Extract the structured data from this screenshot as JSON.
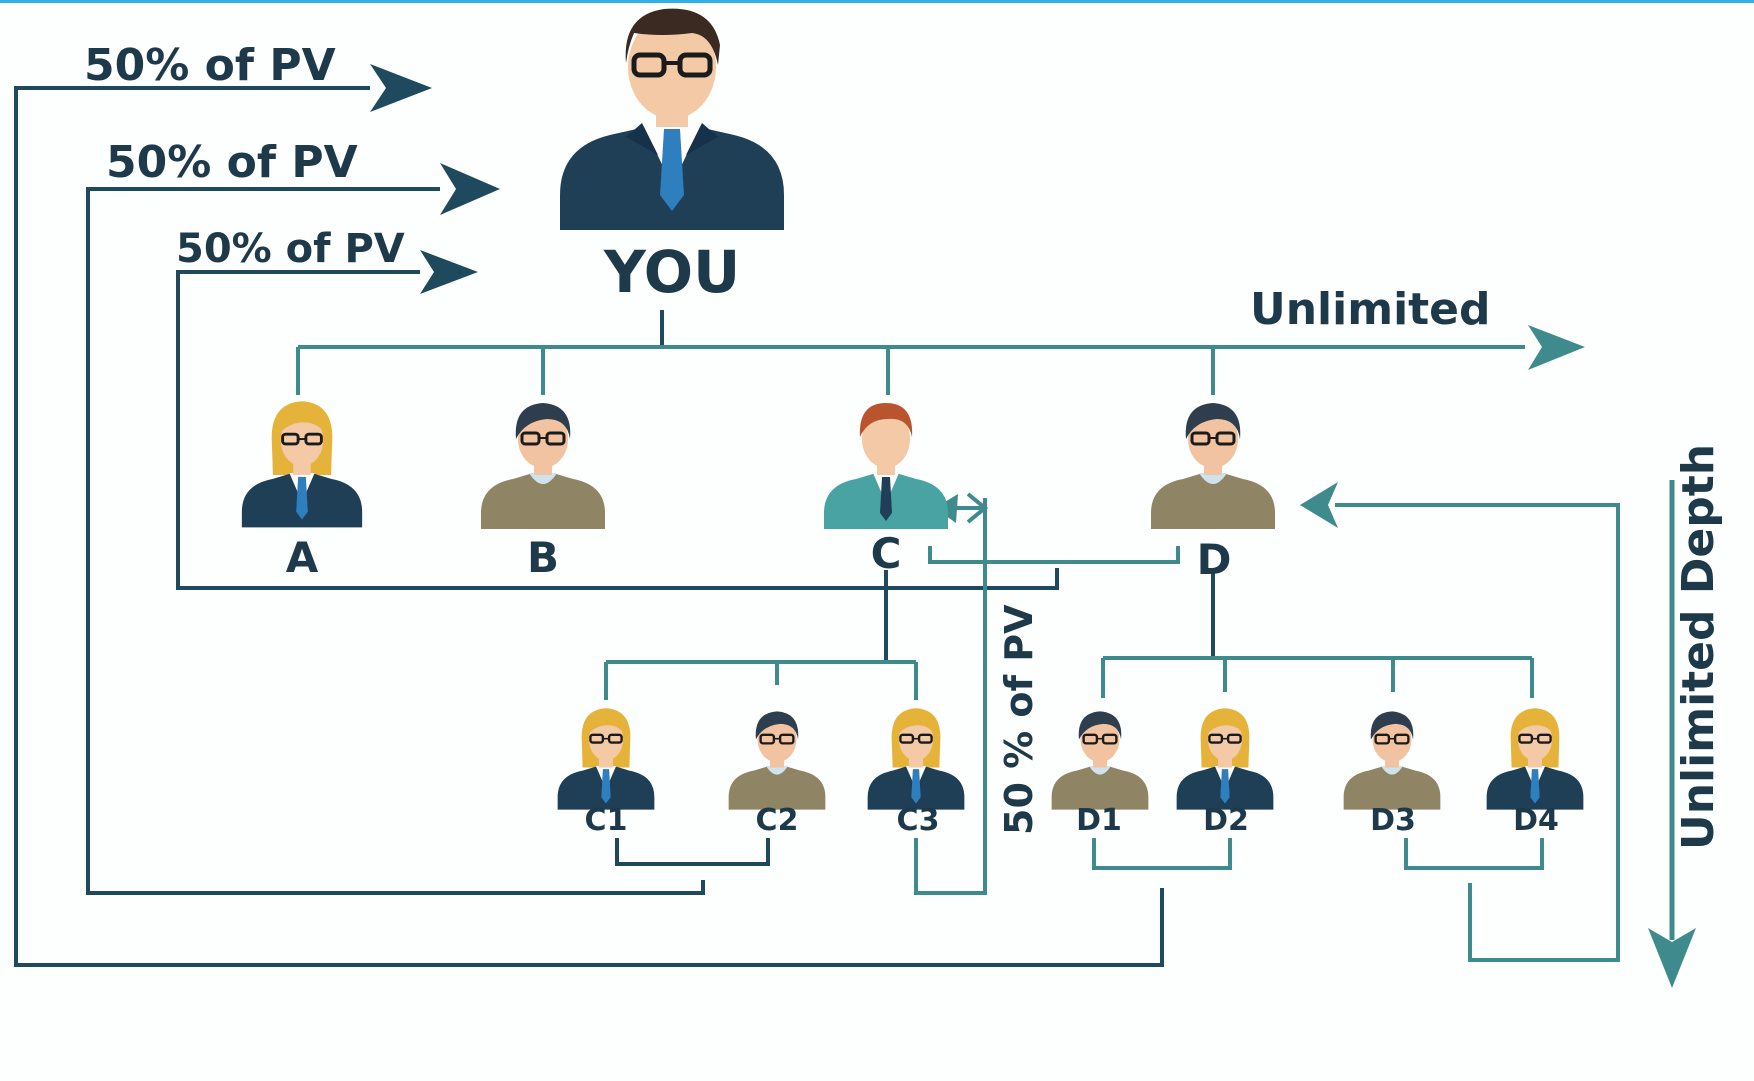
{
  "title": "YOU",
  "labels": {
    "pv_top": "50% of PV",
    "pv_mid": "50% of PV",
    "pv_low": "50% of PV",
    "pv_vertical": "50 % of PV",
    "unlimited": "Unlimited",
    "unlimited_depth": "Unlimited Depth"
  },
  "nodes": {
    "you": {
      "label": "YOU",
      "type": "man-suit-large"
    },
    "a": {
      "label": "A",
      "type": "woman-blonde-navy"
    },
    "b": {
      "label": "B",
      "type": "man-khaki"
    },
    "c": {
      "label": "C",
      "type": "man-teal"
    },
    "d": {
      "label": "D",
      "type": "man-khaki"
    },
    "c1": {
      "label": "C1",
      "type": "woman-blonde-navy"
    },
    "c2": {
      "label": "C2",
      "type": "man-khaki"
    },
    "c3": {
      "label": "C3",
      "type": "woman-blonde-navy"
    },
    "d1": {
      "label": "D1",
      "type": "man-khaki"
    },
    "d2": {
      "label": "D2",
      "type": "woman-blonde-navy"
    },
    "d3": {
      "label": "D3",
      "type": "man-khaki"
    },
    "d4": {
      "label": "D4",
      "type": "woman-blonde-navy"
    }
  },
  "colors": {
    "navy": "#1f4a5e",
    "teal": "#3f8a8c",
    "text": "#1e3a4a",
    "blonde": "#e5b33a",
    "khaki": "#8f8464",
    "suit_navy": "#1f3f57",
    "suit_teal": "#4aa3a3",
    "skin": "#f3c9a6",
    "hair_dark": "#2e3e4e",
    "hair_red": "#b8552e"
  }
}
